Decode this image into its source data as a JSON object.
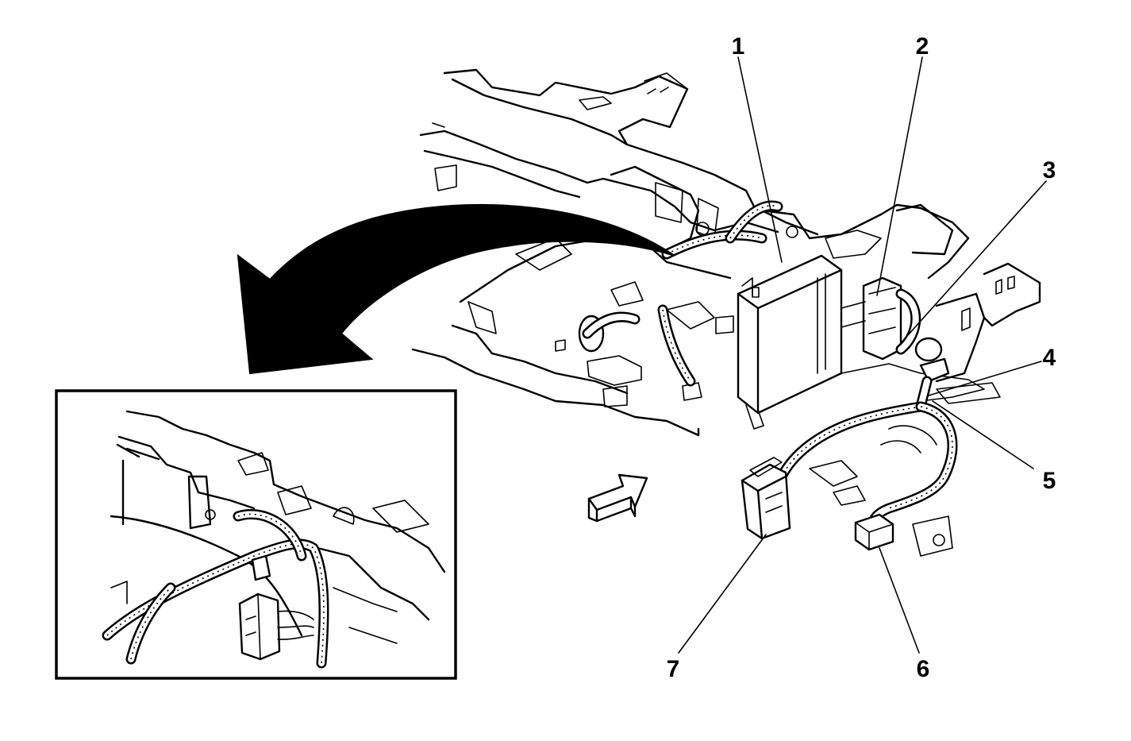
{
  "callouts": [
    {
      "id": "1",
      "text": "1"
    },
    {
      "id": "2",
      "text": "2"
    },
    {
      "id": "3",
      "text": "3"
    },
    {
      "id": "4",
      "text": "4"
    },
    {
      "id": "5",
      "text": "5"
    },
    {
      "id": "6",
      "text": "6"
    },
    {
      "id": "7",
      "text": "7"
    }
  ],
  "colors": {
    "line": "#000000",
    "background": "#ffffff"
  },
  "icons": {
    "view_arrow": "view-direction-arrow-icon",
    "curved_arrow": "detail-curved-arrow-icon"
  }
}
